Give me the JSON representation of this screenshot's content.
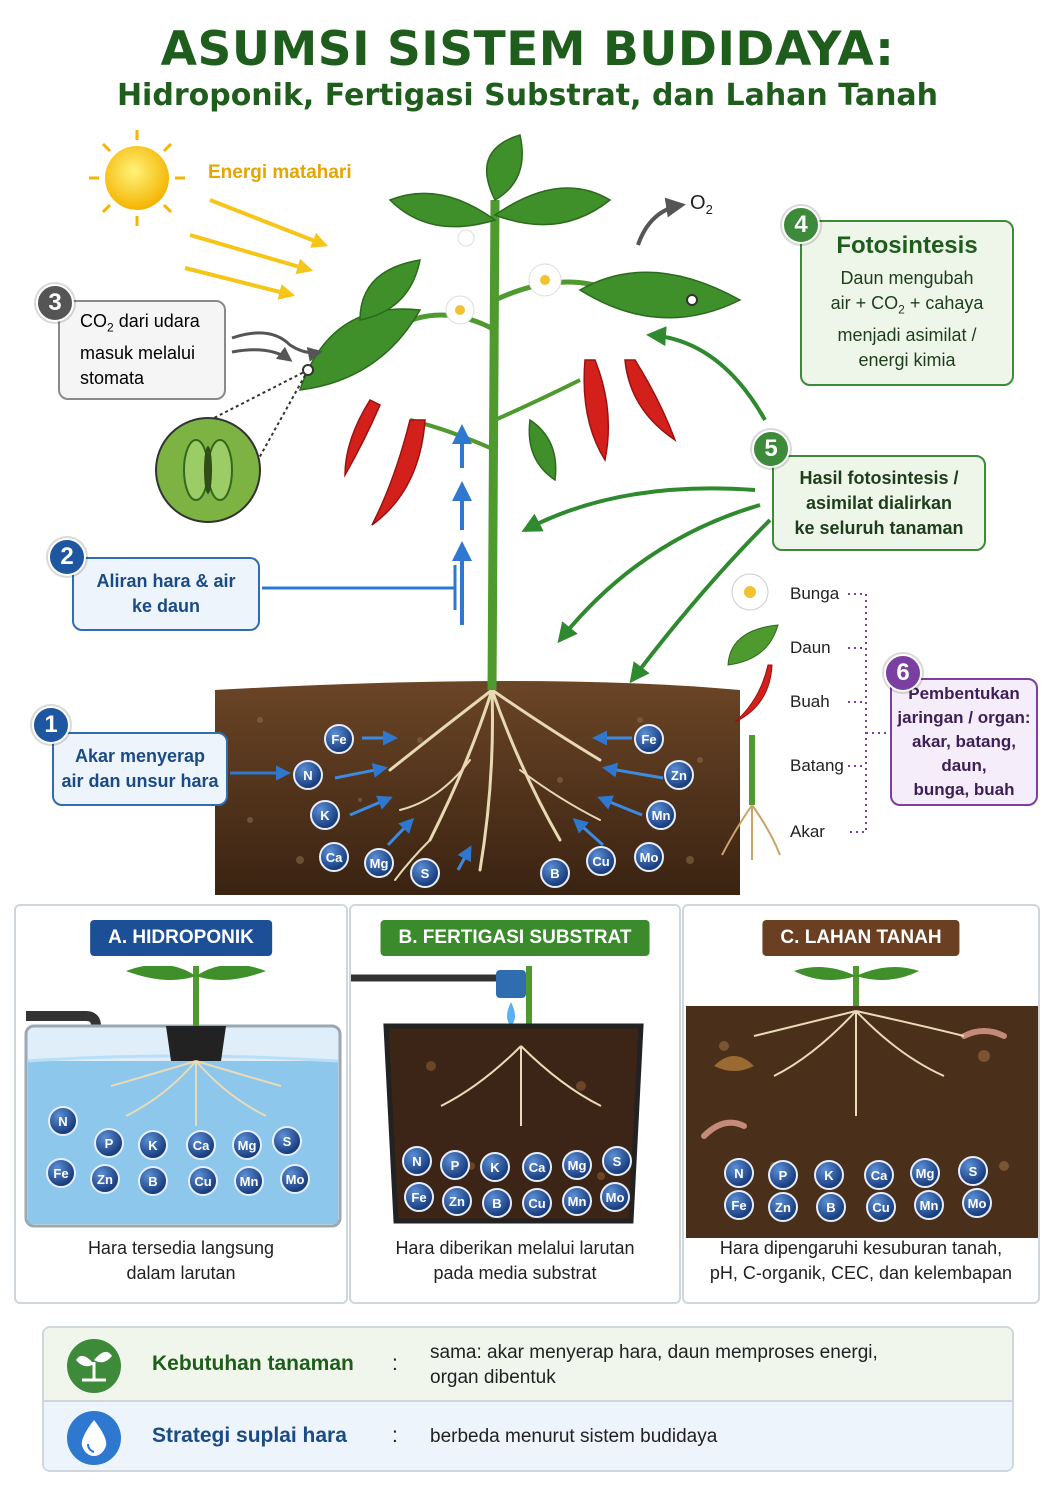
{
  "title": {
    "main": "ASUMSI SISTEM BUDIDAYA:",
    "sub": "Hidroponik, Fertigasi Substrat, dan Lahan Tanah"
  },
  "sun": {
    "label": "Energi matahari"
  },
  "o2": {
    "label": "O",
    "sub": "2"
  },
  "steps": {
    "s1": {
      "num": "1",
      "text": [
        "Akar menyerap",
        "air dan unsur hara"
      ]
    },
    "s2": {
      "num": "2",
      "text": [
        "Aliran hara & air",
        "ke daun"
      ]
    },
    "s3": {
      "num": "3",
      "co": "CO",
      "co_sub": "2",
      "line1_rest": " dari udara",
      "line2": "masuk melalui",
      "line3": "stomata"
    },
    "s4": {
      "num": "4",
      "heading": "Fotosintesis",
      "line1": "Daun mengubah",
      "line2_a": "air + CO",
      "line2_sub": "2",
      "line2_b": " + cahaya",
      "line3": "menjadi asimilat /",
      "line4": "energi kimia"
    },
    "s5": {
      "num": "5",
      "text": [
        "Hasil fotosintesis /",
        "asimilat dialirkan",
        "ke seluruh tanaman"
      ]
    },
    "s6": {
      "num": "6",
      "text": [
        "Pembentukan",
        "jaringan / organ:",
        "akar, batang, daun,",
        "bunga, buah"
      ]
    }
  },
  "organs": [
    "Bunga",
    "Daun",
    "Buah",
    "Batang",
    "Akar"
  ],
  "soil_ions_left": [
    "Fe",
    "N",
    "K",
    "Ca",
    "Mg",
    "S"
  ],
  "soil_ions_right": [
    "Fe",
    "Zn",
    "Mn",
    "Mo",
    "Cu",
    "B"
  ],
  "panel_ions_row1": [
    "N",
    "P",
    "K",
    "Ca",
    "Mg",
    "S"
  ],
  "panel_ions_row2": [
    "Fe",
    "Zn",
    "B",
    "Cu",
    "Mn",
    "Mo"
  ],
  "panels": [
    {
      "title": "A. HIDROPONIK",
      "caption": [
        "Hara tersedia langsung",
        "dalam larutan"
      ],
      "color": "#1d4f96"
    },
    {
      "title": "B. FERTIGASI SUBSTRAT",
      "caption": [
        "Hara diberikan melalui larutan",
        "pada media substrat"
      ],
      "color": "#3b8a2c"
    },
    {
      "title": "C. LAHAN TANAH",
      "caption": [
        "Hara dipengaruhi kesuburan tanah,",
        "pH, C-organik, CEC, dan kelembapan"
      ],
      "color": "#6b3f22"
    }
  ],
  "footer": {
    "row1": {
      "key": "Kebutuhan tanaman",
      "colon": ":",
      "value": [
        "sama: akar menyerap hara, daun memproses energi,",
        "organ dibentuk"
      ]
    },
    "row2": {
      "key": "Strategi suplai hara",
      "colon": ":",
      "value": [
        "berbeda menurut sistem budidaya"
      ]
    }
  },
  "colors": {
    "title": "#1f5d1c",
    "blue": "#1a4b86",
    "green": "#1f5d1c",
    "purple": "#7b3fa2",
    "soil": "#4a2f1a"
  },
  "icons": [
    "sun-icon",
    "seedling-icon",
    "water-drop-icon",
    "chili-icon",
    "flower-icon",
    "leaf-icon",
    "stomata-icon"
  ]
}
